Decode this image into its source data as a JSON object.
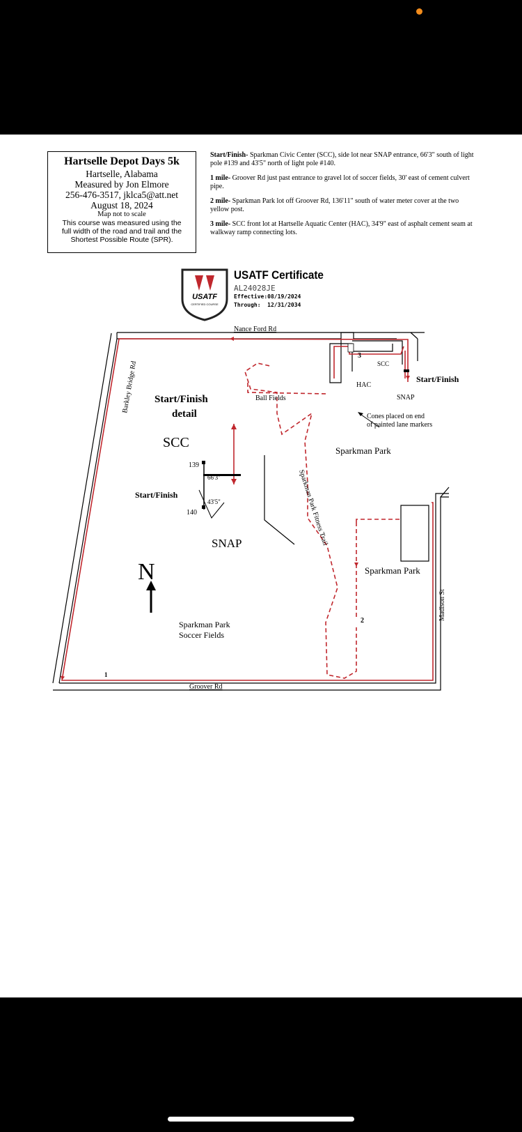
{
  "colors": {
    "status_dot": "#f28c1c",
    "route": "#c0272d",
    "background": "#000000",
    "paper": "#ffffff"
  },
  "info_box": {
    "title": "Hartselle Depot Days 5k",
    "city": "Hartselle, Alabama",
    "measured_by": "Measured by Jon Elmore",
    "contact": "256-476-3517, jklca5@att.net",
    "date": "August 18, 2024",
    "scale_note": "Map not to scale",
    "spr_line1": "This course was measured using the",
    "spr_line2": "full width of the road and trail and the",
    "spr_line3": "Shortest Possible Route (SPR)."
  },
  "notes": {
    "start_label": "Start/Finish-",
    "start_text": " Sparkman Civic Center (SCC), side lot near SNAP entrance, 66'3\" south of light pole #139 and 43'5\" north of light pole #140.",
    "mile1_label": "1 mile-",
    "mile1_text": " Groover Rd just past entrance to gravel lot of soccer fields, 30' east of cement culvert pipe.",
    "mile2_label": "2 mile-",
    "mile2_text": " Sparkman Park lot off Groover Rd, 136'11\" south of water meter cover at the two yellow post.",
    "mile3_label": "3 mile-",
    "mile3_text": " SCC front lot at Hartselle Aquatic Center (HAC), 34'9\" east of asphalt cement seam at walkway ramp connecting lots."
  },
  "certificate": {
    "logo_text": "USATF",
    "logo_sub": "CERTIFIED COURSE",
    "title": "USATF Certificate",
    "id": "AL24028JE",
    "effective_label": "Effective:",
    "effective_date": "08/19/2024",
    "through_label": "Through:",
    "through_date": "12/31/2034"
  },
  "map": {
    "nance_ford_rd": "Nance Ford Rd",
    "barkley_bridge_rd": "Barkley Bridge Rd",
    "groover_rd": "Groover Rd",
    "madison_st": "Madison St",
    "fitness_trail": "Sparkman Park Fitness Trail",
    "ball_fields": "Ball Fields",
    "scc": "SCC",
    "hac": "HAC",
    "snap": "SNAP",
    "start_finish": "Start/Finish",
    "cones_line1": "Cones placed on end",
    "cones_line2": "of painted lane markers",
    "sparkman_park": "Sparkman Park",
    "detail_title_1": "Start/Finish",
    "detail_title_2": "detail",
    "detail_scc": "SCC",
    "detail_snap": "SNAP",
    "detail_start_finish": "Start/Finish",
    "pole_139": "139",
    "pole_140": "140",
    "dist_north": "66'3\"",
    "dist_south": "43'5\"",
    "soccer_line1": "Sparkman Park",
    "soccer_line2": "Soccer Fields",
    "north": "N",
    "mile_1": "1",
    "mile_2": "2",
    "mile_3": "3"
  }
}
